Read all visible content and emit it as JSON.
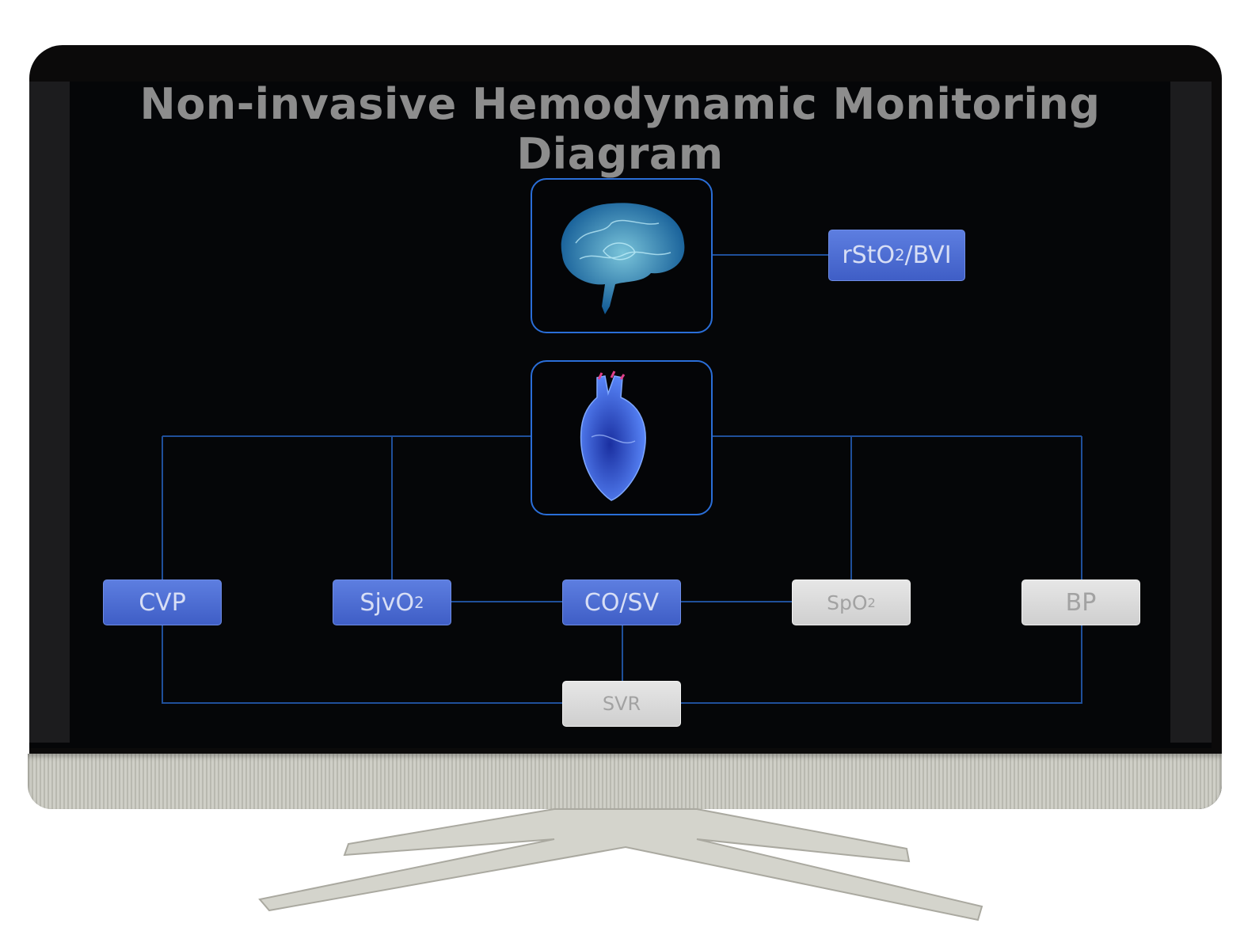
{
  "title": "Non-invasive Hemodynamic Monitoring Diagram",
  "organs": {
    "brain": "brain-icon",
    "heart": "heart-icon"
  },
  "nodes": {
    "rsto2": {
      "main": "rStO",
      "sub": "2",
      "tail": "/BVI"
    },
    "cvp": {
      "main": "CVP"
    },
    "sjvo2": {
      "main": "SjvO",
      "sub": "2"
    },
    "cosv": {
      "main": "CO/SV"
    },
    "spo2": {
      "main": "SpO",
      "sub": "2"
    },
    "bp": {
      "main": "BP"
    },
    "svr": {
      "main": "SVR"
    }
  },
  "colors": {
    "line": "#1f4f9a",
    "active": "#4a68cf",
    "inactive": "#d8d8d8",
    "organ_border": "#2a6ed8"
  }
}
